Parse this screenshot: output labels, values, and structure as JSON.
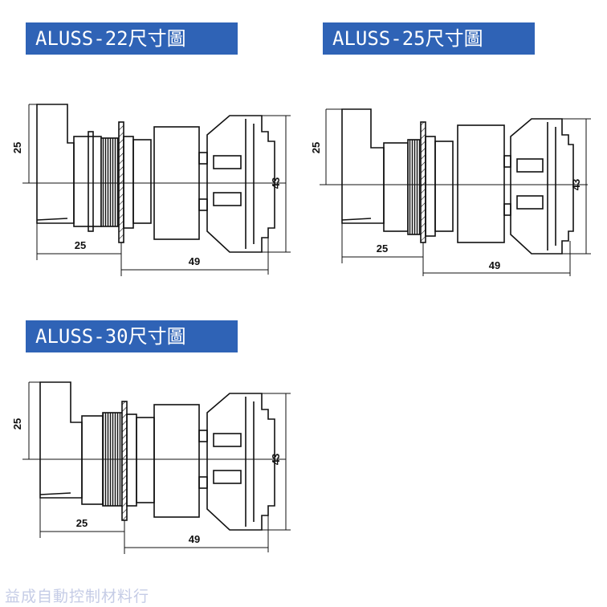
{
  "titles": {
    "aluss22": "ALUSS-22尺寸圖",
    "aluss25": "ALUSS-25尺寸圖",
    "aluss30": "ALUSS-30尺寸圖"
  },
  "dimensions": {
    "height_left": "25",
    "front_length": "25",
    "body_length": "49",
    "total_height": "43"
  },
  "watermark": "益成自動控制材料行",
  "colors": {
    "title_bg": "#2f63b6",
    "title_text": "#ffffff",
    "line": "#111111",
    "watermark": "#c5cce6"
  }
}
